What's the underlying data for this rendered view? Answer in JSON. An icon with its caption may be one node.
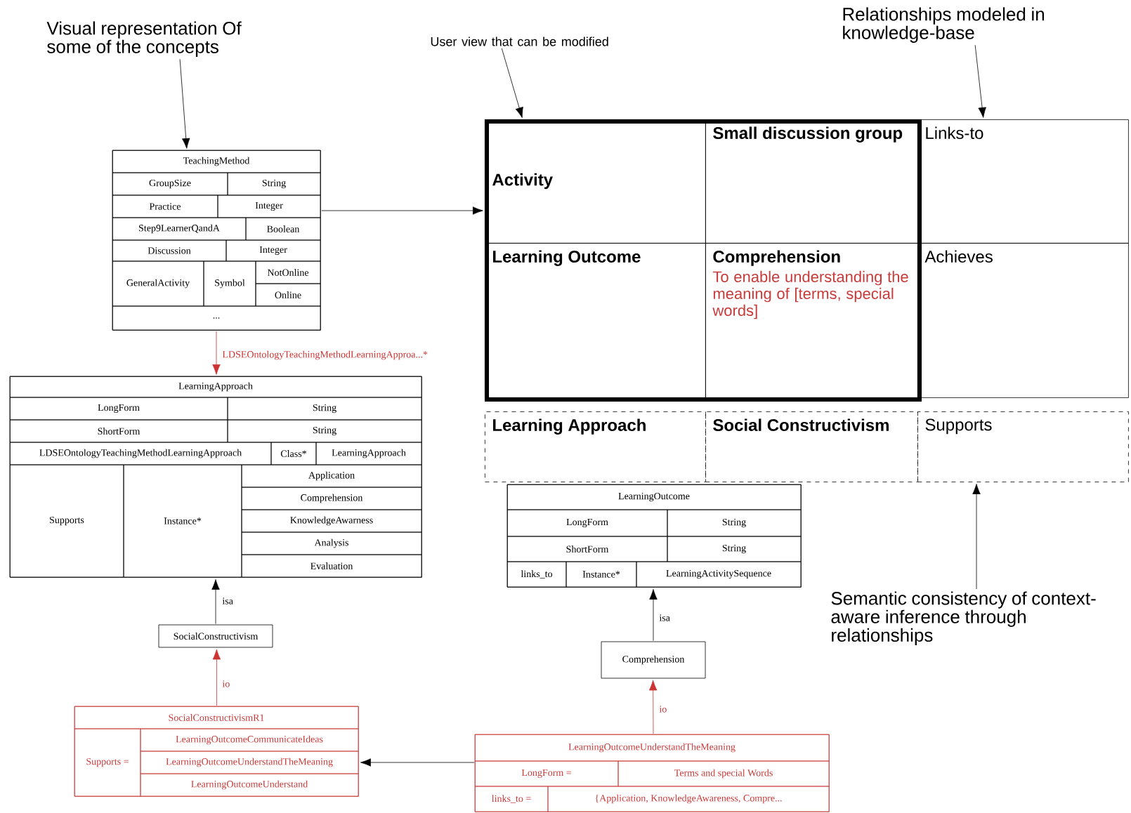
{
  "diagram": {
    "nodes": [
      {
        "text": [
          "Visual representation Of some of the concepts"
        ]
      },
      {
        "text": [
          "User view that can be modified"
        ]
      },
      {
        "text": [
          "Relationships modeled in knowledge-base"
        ]
      },
      {
        "text": [
          "Semantic consistency of context-aware inference through relationships"
        ]
      },
      {
        "text": [
          "TeachingMethod",
          "GroupSize",
          "String",
          "Practice",
          "Integer",
          "Step9LearnerQandA",
          "Boolean",
          "Discussion",
          "Integer",
          "GeneralActivity",
          "Symbol",
          "NotOnline",
          "Online",
          "..."
        ]
      },
      {
        "text": [
          "LearningApproach",
          "LongForm",
          "String",
          "ShortForm",
          "String",
          "LDSEOntologyTeachingMethodLearningApproach",
          "Class*",
          "LearningApproach",
          "Supports",
          "Instance*",
          "Application",
          "Comprehension",
          "KnowledgeAwarness",
          "Analysis",
          "Evaluation"
        ]
      },
      {
        "text": [
          "SocialConstructivism"
        ]
      },
      {
        "text": [
          "SocialConstructivismR1",
          "Supports =",
          "LearningOutcomeCommunicateIdeas",
          "LearningOutcomeUnderstandTheMeaning",
          "LearningOutcomeUnderstand"
        ]
      },
      {
        "text": [
          "LearningOutcome",
          "LongForm",
          "String",
          "ShortForm",
          "String",
          "links_to",
          "Instance*",
          "LearningActivitySequence"
        ]
      },
      {
        "text": [
          "Comprehension"
        ]
      },
      {
        "text": [
          "LearningOutcomeUnderstandTheMeaning",
          "LongForm =",
          "Terms and special Words",
          "links_to =",
          "{Application, KnowledgeAwareness, Compre..."
        ]
      },
      {
        "text": [],
        "shape": "box"
      },
      {
        "text": [
          "Activity"
        ],
        "in": 11
      },
      {
        "text": [
          "Small discussion group"
        ],
        "in": 11
      },
      {
        "text": [
          "Learning Outcome"
        ],
        "in": 11
      },
      {
        "text": [
          "Comprehension",
          "To enable understanding the meaning of [terms, special words]"
        ],
        "in": 11
      },
      {
        "text": [
          "Links-to"
        ]
      },
      {
        "text": [
          "Achieves"
        ]
      },
      {
        "text": [
          "Learning Approach"
        ]
      },
      {
        "text": [
          "Social Constructivism"
        ]
      },
      {
        "text": [
          "Supports"
        ]
      }
    ],
    "edges": [
      {
        "from": 0,
        "to": 4,
        "arrow": "to"
      },
      {
        "from": 1,
        "to": 11,
        "arrow": "to"
      },
      {
        "from": 2,
        "to": 16,
        "arrow": "to"
      },
      {
        "from": 3,
        "to": 20,
        "arrow": "to"
      },
      {
        "from": 4,
        "to": 11,
        "arrow": "to"
      },
      {
        "from": 4,
        "to": 5,
        "arrow": "to",
        "label": "LDSEOntologyTeachingMethodLearningApproa...*",
        "color": "#cc3333"
      },
      {
        "from": 6,
        "to": 5,
        "arrow": "to",
        "label": "isa"
      },
      {
        "from": 7,
        "to": 6,
        "arrow": "to",
        "label": "io",
        "color": "#cc3333"
      },
      {
        "from": 9,
        "to": 8,
        "arrow": "to",
        "label": "isa"
      },
      {
        "from": 10,
        "to": 9,
        "arrow": "to",
        "label": "io",
        "color": "#cc3333"
      },
      {
        "from": 10,
        "to": 7,
        "arrow": "to"
      }
    ]
  }
}
